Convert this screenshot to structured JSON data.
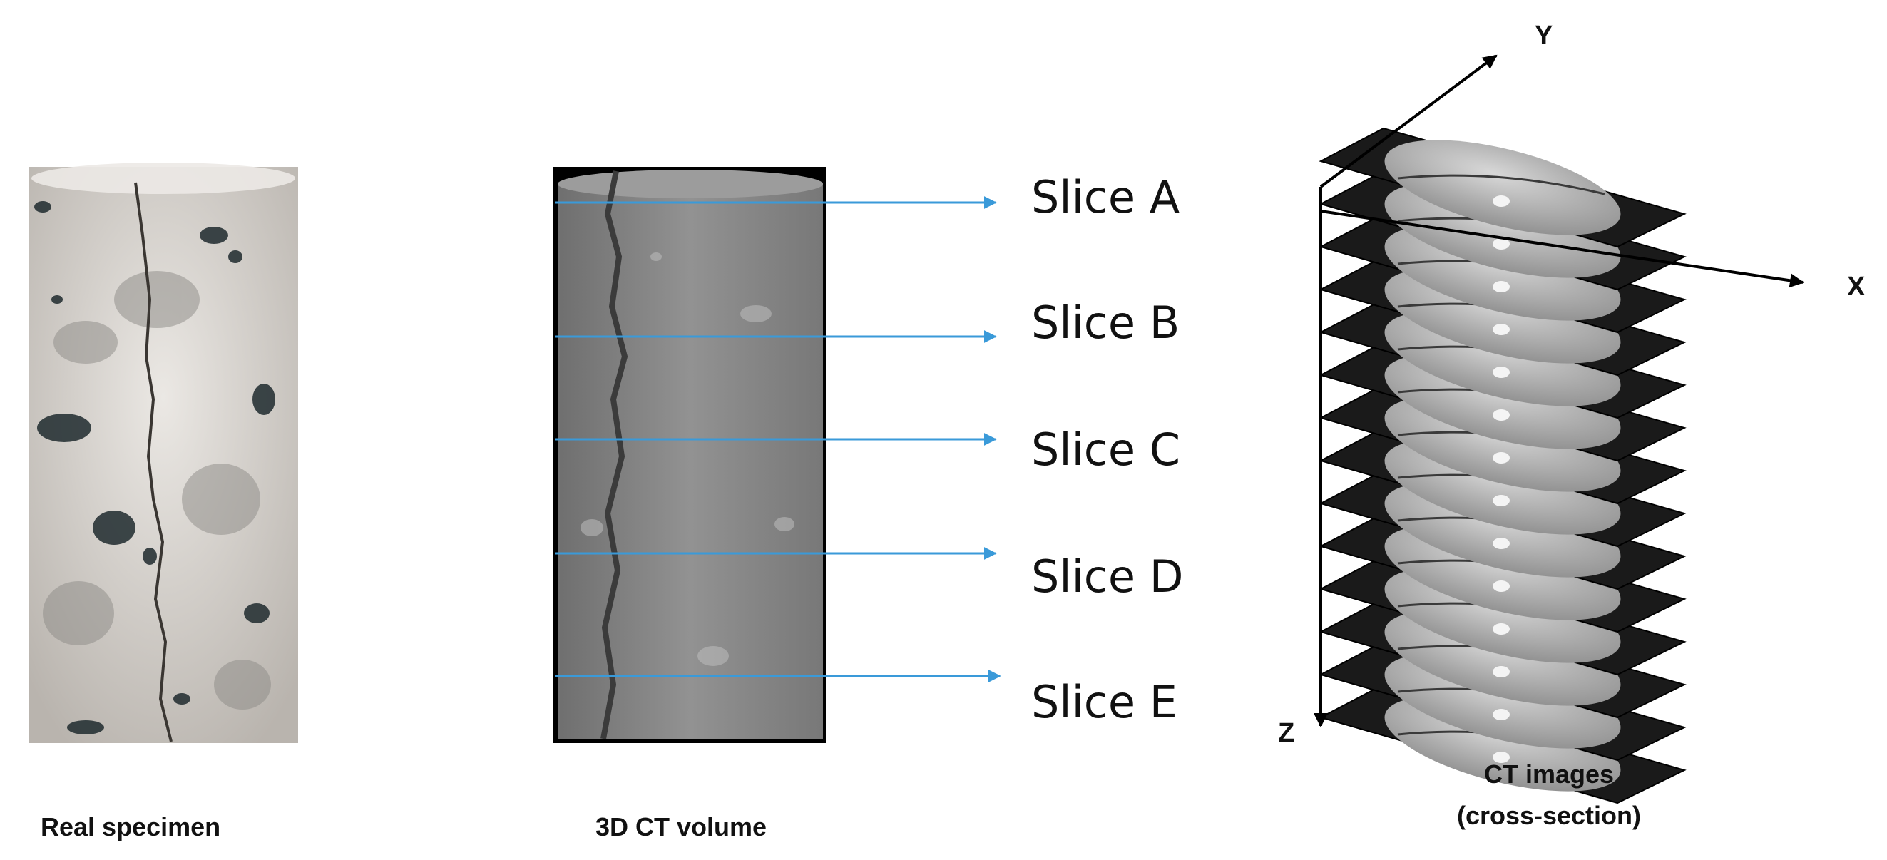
{
  "panels": {
    "specimen": {
      "caption": "Real specimen"
    },
    "volume": {
      "caption": "3D CT volume"
    },
    "stack": {
      "caption_line1": "CT images",
      "caption_line2": "(cross-section)"
    }
  },
  "slices": [
    {
      "label": "Slice A"
    },
    {
      "label": "Slice B"
    },
    {
      "label": "Slice C"
    },
    {
      "label": "Slice D"
    },
    {
      "label": "Slice E"
    }
  ],
  "axes": {
    "x": "X",
    "y": "Y",
    "z": "Z"
  },
  "stack_layers": 14,
  "colors": {
    "arrow": "#3a9ad9",
    "axis": "#000000",
    "ct_gray": "#8a8a8a",
    "layer": "#1a1a1a",
    "rock": "#d9d6d2"
  }
}
